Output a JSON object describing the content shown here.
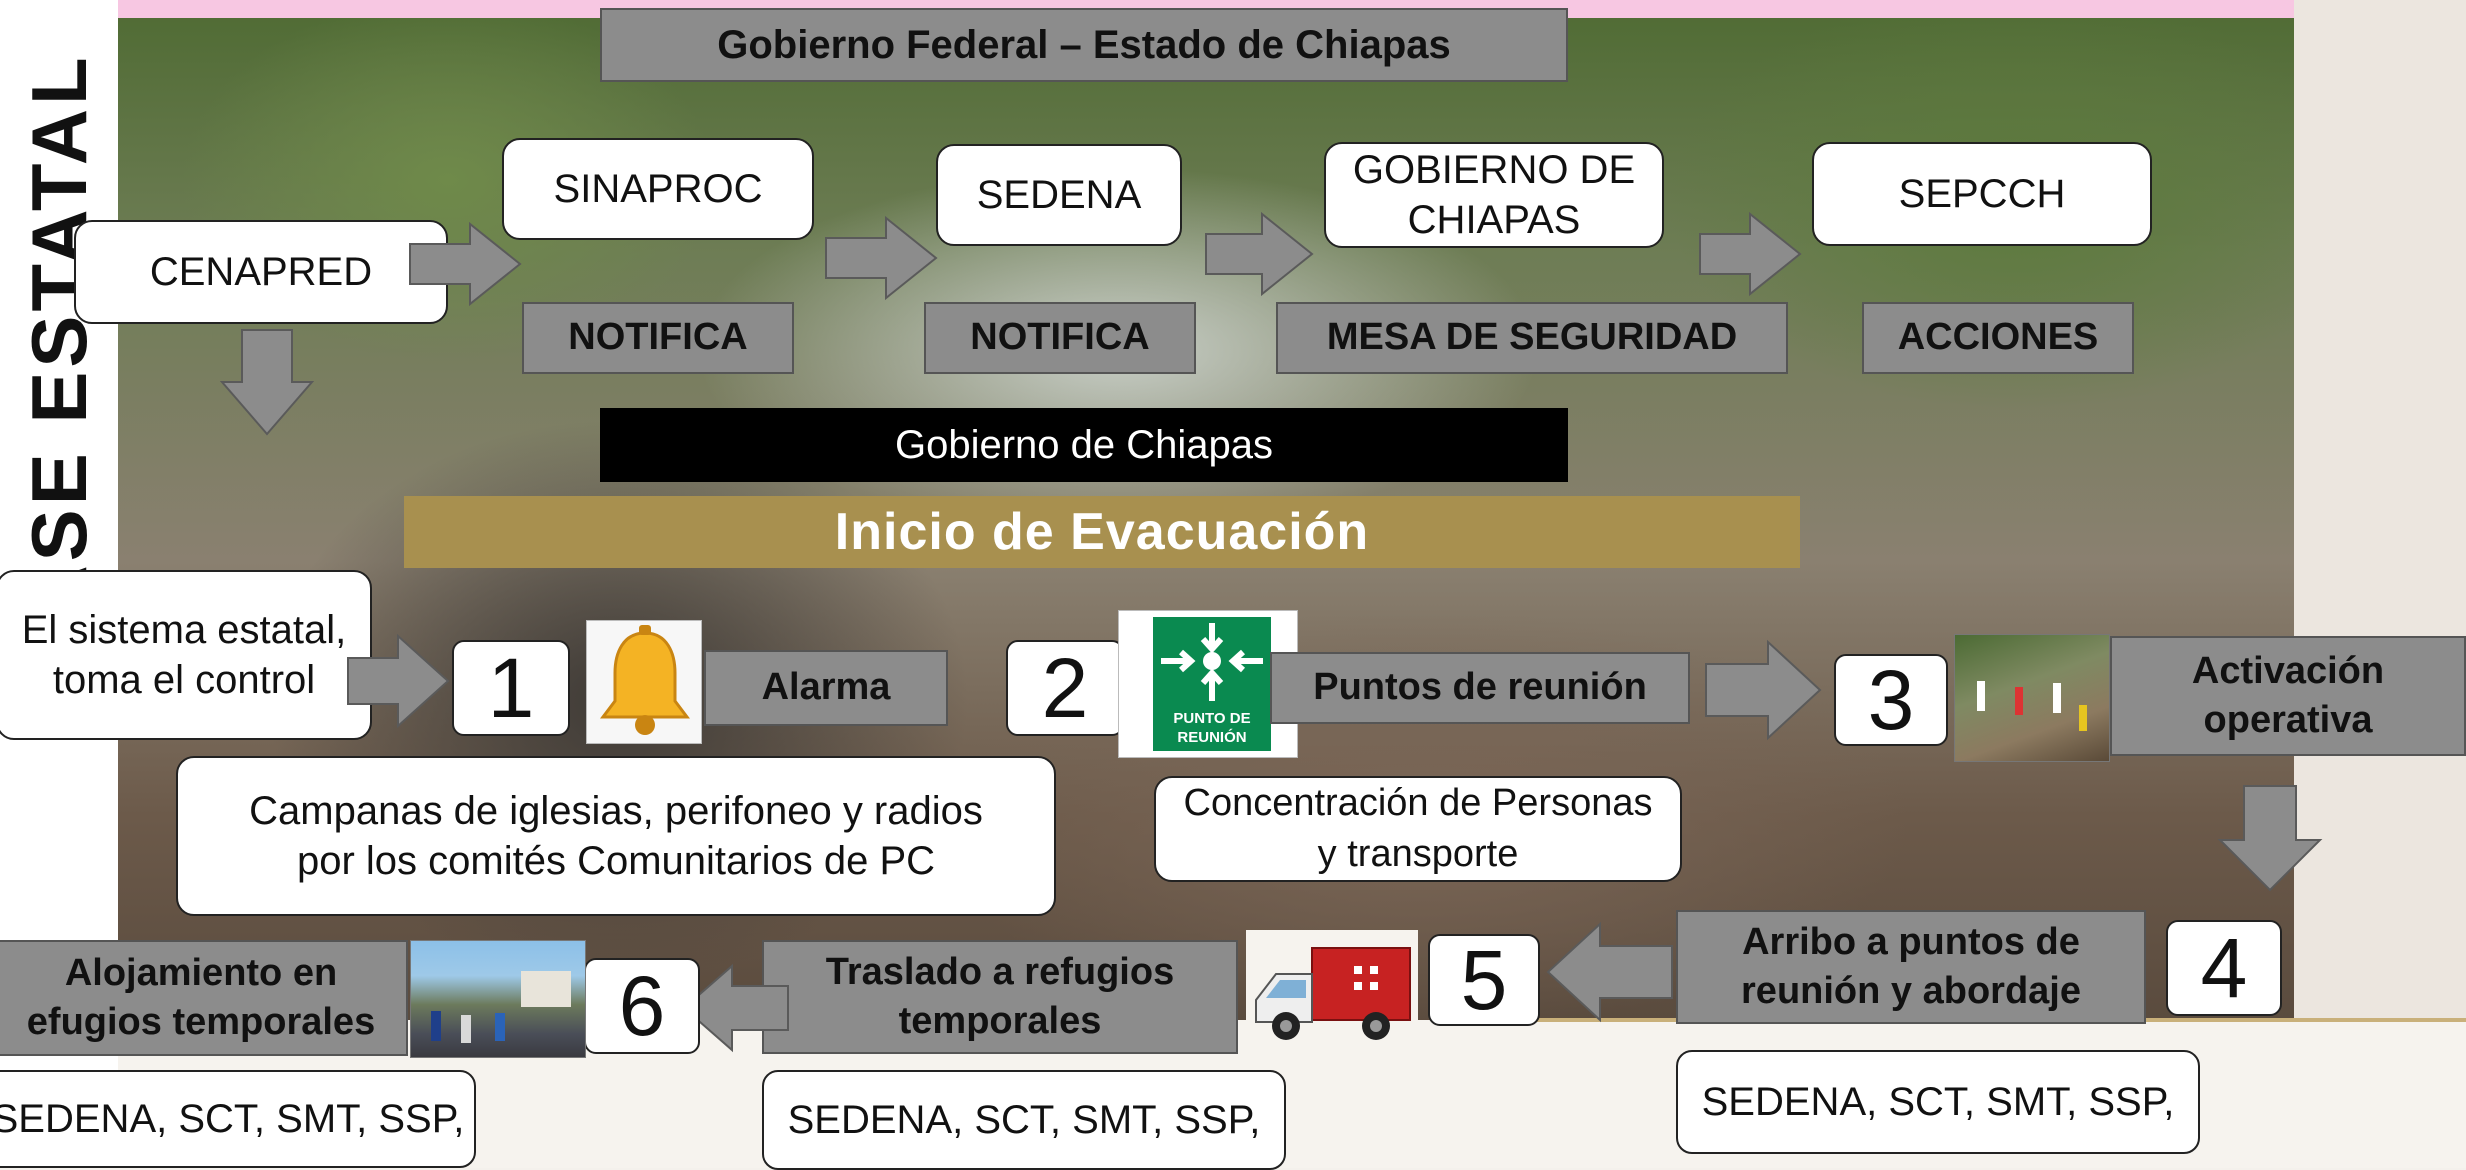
{
  "side_label": "FASE ESTATAL",
  "header": {
    "title": "Gobierno Federal – Estado de Chiapas"
  },
  "top_row": {
    "cenapred": "CENAPRED",
    "sinaproc": "SINAPROC",
    "sedena": "SEDENA",
    "gobierno": "GOBIERNO DE CHIAPAS",
    "sepcch": "SEPCCH"
  },
  "actions": {
    "notifica_1": "NOTIFICA",
    "notifica_2": "NOTIFICA",
    "mesa": "MESA DE SEGURIDAD",
    "acciones": "ACCIONES"
  },
  "gobierno_bar": "Gobierno de Chiapas",
  "inicio_bar": "Inicio de Evacuación",
  "control_box": "El sistema estatal, toma el control",
  "steps": [
    {
      "number": "1",
      "label": "Alarma",
      "description": "Campanas de iglesias, perifoneo y radios por los comités Comunitarios de PC"
    },
    {
      "number": "2",
      "label": "Puntos de reunión",
      "description": "Concentración de Personas y  transporte",
      "sign_text": "PUNTO DE REUNIÓN"
    },
    {
      "number": "3",
      "label": "Activación operativa"
    },
    {
      "number": "4",
      "label": "Arribo a puntos de reunión y abordaje",
      "description": "SEDENA, SCT, SMT, SSP,"
    },
    {
      "number": "5"
    },
    {
      "number": "6",
      "label": "Traslado a refugios temporales",
      "description": "SEDENA, SCT, SMT, SSP,"
    }
  ],
  "alojamiento": {
    "label": "Alojamiento en efugios temporales",
    "description": "SEDENA, SCT, SMT, SSP,"
  },
  "colors": {
    "pink": "#f7c7e2",
    "gold": "#a8904f",
    "grey": "#8c8c8c",
    "black": "#000000",
    "green_sign": "#0a8a50"
  },
  "icons": [
    "bell-icon",
    "meeting-point-sign-icon",
    "ambulance-icon",
    "crowd-photo-icon",
    "shelter-photo-icon"
  ]
}
